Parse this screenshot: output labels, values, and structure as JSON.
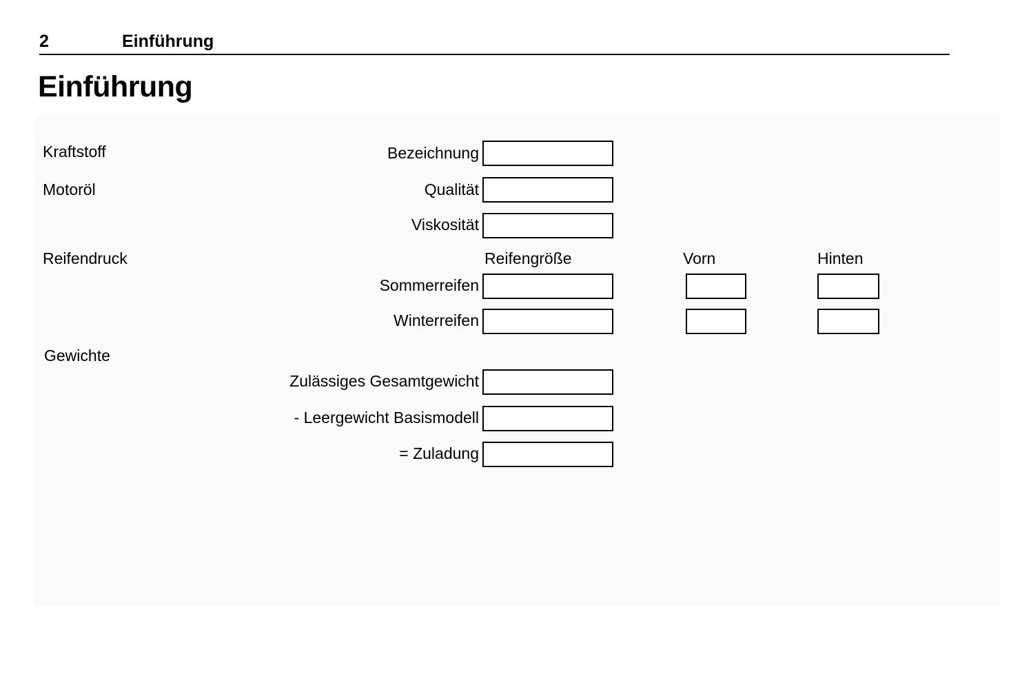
{
  "header": {
    "page_number": "2",
    "section_title": "Einführung"
  },
  "title": "Einführung",
  "form": {
    "labels": {
      "kraftstoff": "Kraftstoff",
      "motoroel": "Motoröl",
      "reifendruck": "Reifendruck",
      "gewichte": "Gewichte"
    },
    "columns": {
      "reifengroesse": "Reifengröße",
      "vorn": "Vorn",
      "hinten": "Hinten"
    },
    "fields": {
      "bezeichnung": {
        "label": "Bezeichnung",
        "value": ""
      },
      "qualitaet": {
        "label": "Qualität",
        "value": ""
      },
      "viskositaet": {
        "label": "Viskosität",
        "value": ""
      },
      "sommerreifen": {
        "label": "Sommerreifen",
        "reifengroesse": "",
        "vorn": "",
        "hinten": ""
      },
      "winterreifen": {
        "label": "Winterreifen",
        "reifengroesse": "",
        "vorn": "",
        "hinten": ""
      },
      "gesamtgewicht": {
        "label": "Zulässiges Gesamtgewicht",
        "value": ""
      },
      "leergewicht": {
        "label": "- Leergewicht Basismodell",
        "value": ""
      },
      "zuladung": {
        "label": "= Zuladung",
        "value": ""
      }
    }
  }
}
